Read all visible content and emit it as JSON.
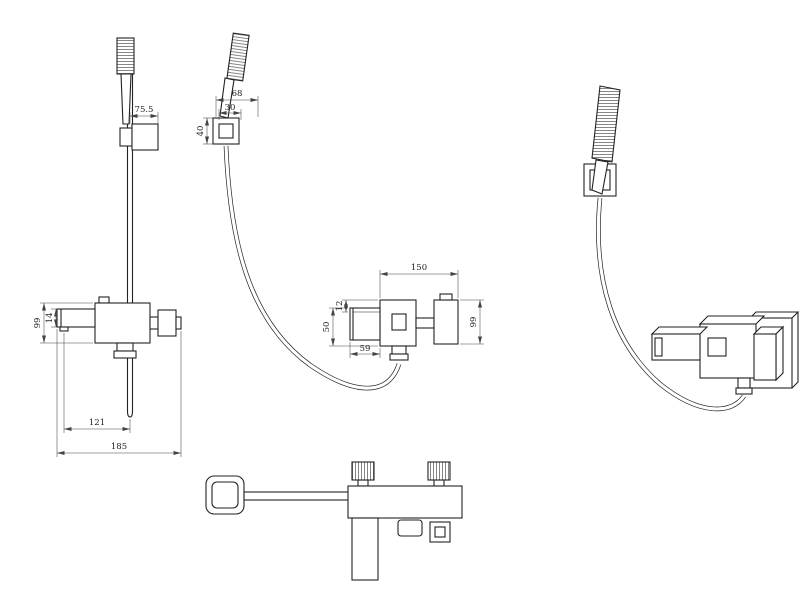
{
  "colors": {
    "background": "#ffffff",
    "line": "#222222",
    "dim": "#444444"
  },
  "views": {
    "front": {
      "dims": {
        "bracket_offset": "75.5",
        "body_height": "99",
        "spout_height": "14",
        "spout_to_bar": "121",
        "overall_width": "185"
      }
    },
    "side": {
      "dims": {
        "head_length": "68",
        "bracket_width": "30",
        "bracket_height": "40"
      }
    },
    "center": {
      "dims": {
        "handle_spacing": "150",
        "left_height": "50",
        "top_offset": "12",
        "spout_width": "59",
        "body_height": "99"
      }
    }
  }
}
